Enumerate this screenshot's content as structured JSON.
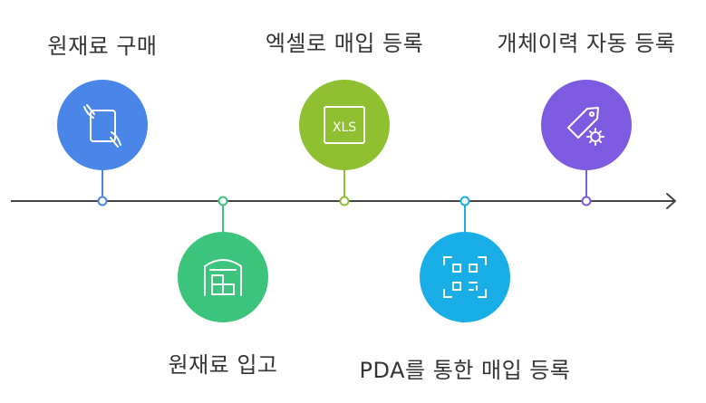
{
  "steps": [
    {
      "label": "원재료 구매",
      "icon": "tablet-hands-icon",
      "color": "#4A86E8",
      "position": "above"
    },
    {
      "label": "원재료 입고",
      "icon": "warehouse-boxes-icon",
      "color": "#3CC47C",
      "position": "below"
    },
    {
      "label": "엑셀로 매입 등록",
      "icon": "xls-file-icon",
      "icon_text": "XLS",
      "color": "#8FC031",
      "position": "above"
    },
    {
      "label": "PDA를 통한 매입 등록",
      "icon": "qr-code-scan-icon",
      "color": "#1AAEE6",
      "position": "below"
    },
    {
      "label": "개체이력 자동 등록",
      "icon": "tag-gear-icon",
      "color": "#7E5AE0",
      "position": "above"
    }
  ],
  "colors": {
    "axis": "#444444",
    "label_text": "#333333",
    "icon_stroke": "#ffffff"
  }
}
